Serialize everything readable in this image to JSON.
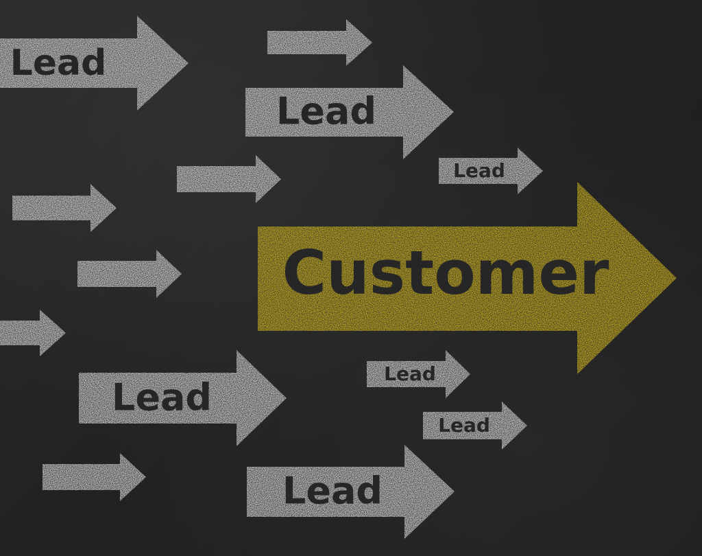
{
  "scene": {
    "background_color": "#222222",
    "chalk_color": "#d6d6d6",
    "accent_color": "#cdb21f",
    "text_color": "#262626"
  },
  "labels": {
    "lead_1": "Lead",
    "lead_2": "Lead",
    "lead_3": "Lead",
    "lead_4": "Lead",
    "lead_5": "Lead",
    "lead_6": "Lead",
    "lead_7": "Lead",
    "customer": "Customer"
  }
}
